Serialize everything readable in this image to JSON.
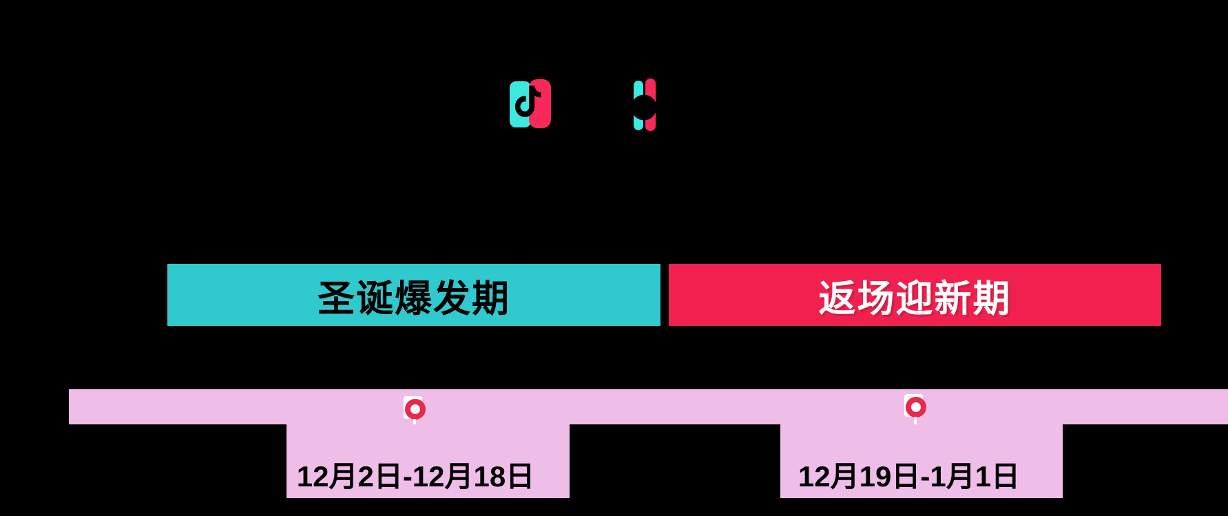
{
  "background_color": "#000000",
  "brand": {
    "icons": [
      {
        "name": "douyin-note-icon",
        "teal": "#3DE8E1",
        "red": "#F7295A",
        "ink": "#000000"
      },
      {
        "name": "brand-ring-icon",
        "teal": "#3DE8E1",
        "red": "#F7295A",
        "ink": "#000000"
      }
    ]
  },
  "phases": [
    {
      "label": "圣诞爆发期",
      "color": "#2FC9CE",
      "text_color": "#000000"
    },
    {
      "label": "返场迎新期",
      "color": "#F0214E",
      "text_color": "#FFFFFF"
    }
  ],
  "timeline": {
    "band_color": "#EEBEE8",
    "pin_color": "#E8294C",
    "milestones": [
      {
        "phase": "圣诞爆发期",
        "date_range": "12月2日-12月18日"
      },
      {
        "phase": "返场迎新期",
        "date_range": "12月19日-1月1日"
      }
    ]
  }
}
